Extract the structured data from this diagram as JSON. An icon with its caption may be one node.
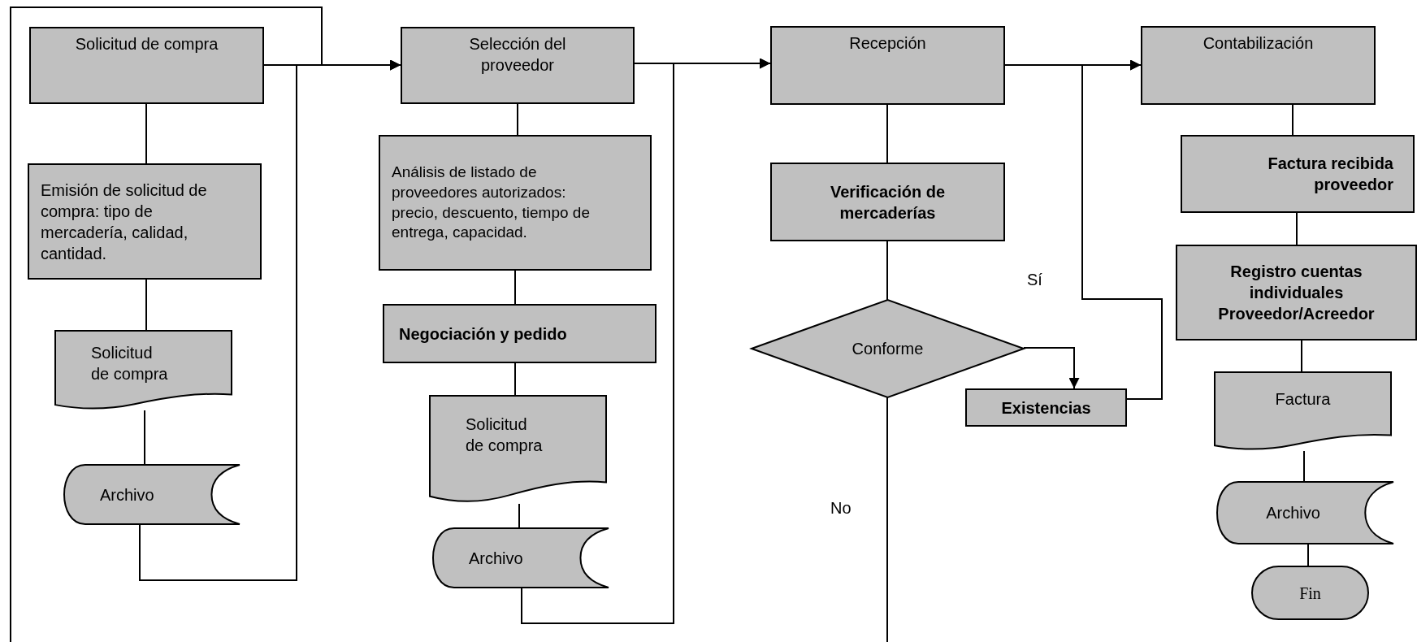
{
  "diagram": {
    "nodes": [
      {
        "text": [
          "Solicitud de compra"
        ]
      },
      {
        "text": [
          "Emisión de solicitud de compra: tipo de mercadería, calidad, cantidad."
        ]
      },
      {
        "text": [
          "Solicitud de compra"
        ]
      },
      {
        "text": [
          "Archivo"
        ]
      },
      {
        "text": [
          "Selección del proveedor"
        ]
      },
      {
        "text": [
          "Análisis de listado de proveedores autorizados: precio, descuento, tiempo de entrega, capacidad."
        ]
      },
      {
        "text": [
          "Negociación y pedido"
        ]
      },
      {
        "text": [
          "Solicitud de compra"
        ]
      },
      {
        "text": [
          "Archivo"
        ]
      },
      {
        "text": [
          "Recepción"
        ]
      },
      {
        "text": [
          "Verificación de mercaderías"
        ]
      },
      {
        "text": [
          "Conforme"
        ]
      },
      {
        "text": [
          "Existencias"
        ]
      },
      {
        "text": [
          "Contabilización"
        ]
      },
      {
        "text": [
          "Factura recibida proveedor"
        ]
      },
      {
        "text": [
          "Registro cuentas individuales Proveedor/Acreedor"
        ]
      },
      {
        "text": [
          "Factura"
        ]
      },
      {
        "text": [
          "Archivo"
        ]
      },
      {
        "text": [
          "Fin"
        ]
      }
    ],
    "edges": [
      {
        "from": 0,
        "to": 4,
        "arrow": "to"
      },
      {
        "from": 4,
        "to": 9,
        "arrow": "to"
      },
      {
        "from": 9,
        "to": 13,
        "arrow": "to"
      },
      {
        "from": 0,
        "to": 1,
        "arrow": "none"
      },
      {
        "from": 1,
        "to": 2,
        "arrow": "none"
      },
      {
        "from": 2,
        "to": 3,
        "arrow": "none"
      },
      {
        "from": 3,
        "to": 4,
        "arrow": "to"
      },
      {
        "from": null,
        "to": 4,
        "arrow": "to"
      },
      {
        "from": 4,
        "to": 5,
        "arrow": "none"
      },
      {
        "from": 5,
        "to": 6,
        "arrow": "none"
      },
      {
        "from": 6,
        "to": 7,
        "arrow": "none"
      },
      {
        "from": 7,
        "to": 8,
        "arrow": "none"
      },
      {
        "from": 8,
        "to": 9,
        "arrow": "to"
      },
      {
        "from": 9,
        "to": 10,
        "arrow": "none"
      },
      {
        "from": 10,
        "to": 11,
        "arrow": "none"
      },
      {
        "from": 11,
        "to": 12,
        "arrow": "to",
        "label": "Sí"
      },
      {
        "from": 11,
        "to": null,
        "arrow": "none",
        "label": "No"
      },
      {
        "from": 12,
        "to": 13,
        "arrow": "to"
      },
      {
        "from": 13,
        "to": 14,
        "arrow": "none"
      },
      {
        "from": 14,
        "to": 15,
        "arrow": "none"
      },
      {
        "from": 15,
        "to": 16,
        "arrow": "none"
      },
      {
        "from": 16,
        "to": 17,
        "arrow": "none"
      },
      {
        "from": 17,
        "to": 18,
        "arrow": "none"
      }
    ]
  }
}
